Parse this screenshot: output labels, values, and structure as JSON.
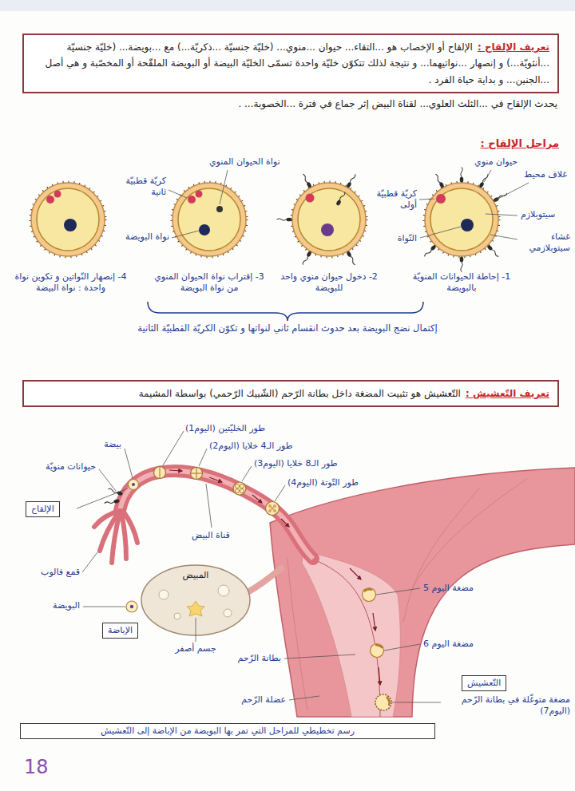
{
  "diagram": {
    "nodes": [
      {
        "text": [
          "تعريف الإلقاح :",
          "الإلقاح أو الإخصاب هو ...التقاء... حيوان ...منوي... (خليّة جنسيّة ...ذكريّة...) مع ...بويضة... (خليّة جنسيّة ...أنثويّة...) و إنصهار ...نواتيهما... و نتيجة لذلك تتكوّن خليّة واحدة تسمّى الخليّة البيضة أو البويضة الملقّحة أو المخصّبة و هي أصل ...الجنين... و بداية حياة الفرد ."
        ]
      },
      {
        "text": [
          "تعريف التّعشيش :",
          "التّعشيش هو تثبيت المضغة داخل بطانة الرّحم (الشّبيك الرّحمي) بواسطة المشيمة"
        ]
      },
      {
        "text": [
          "الإلقاح"
        ]
      },
      {
        "text": [
          "الإباضة"
        ]
      },
      {
        "text": [
          "التّعشيش"
        ]
      },
      {
        "text": [
          "رسم تخطيطي للمراحل التي تمر بها البويضة من الإباضة إلى التّعشيش"
        ]
      }
    ],
    "labels": [
      "يحدث الإلقاح في ...الثلث العلوي... لقناة البيض إثر جماع في فترة ...الخصوبة... .",
      "مراحل الإلقاح :",
      "حيوان منوي",
      "غلاف محيط",
      "كريّة قطبيّة أولى",
      "النّواة",
      "سيتوبلازم",
      "غشاء سيتوبلازمي",
      "نواة الحيوان المنوي",
      "كريّة قطبيّة ثانية",
      "نواة البويضة",
      "1- إحاطة الحيوانات المنويّة بالبويضة",
      "2- دخول حيوان منوي واحد للبويضة",
      "3- إقتراب نواة الحيوان المنوي من نواة البويضة",
      "4- إنصهار النّواتين و تكوين نواة واحدة : نواة البيضة",
      "إكتمال نضج البويضة بعد حدوث انقسام ثاني لنواتها و تكوّن الكريّة القطبيّة الثانية",
      "طور الخليّتين (اليوم1)",
      "طور الـ4 خلايا (اليوم2)",
      "طور الـ8 خلايا (اليوم3)",
      "طور التّوتة (اليوم4)",
      "بيضة",
      "حيوانات منويّة",
      "قناة البيض",
      "المبيض",
      "قمع فالوب",
      "البويضة",
      "جسم أصفر",
      "بطانة الرّحم",
      "عضلة الرّحم",
      "مضغة اليوم 5",
      "مضغة اليوم 6",
      "مضغة متوغّلة في بطانة الرّحم (اليوم7)",
      "18"
    ]
  }
}
